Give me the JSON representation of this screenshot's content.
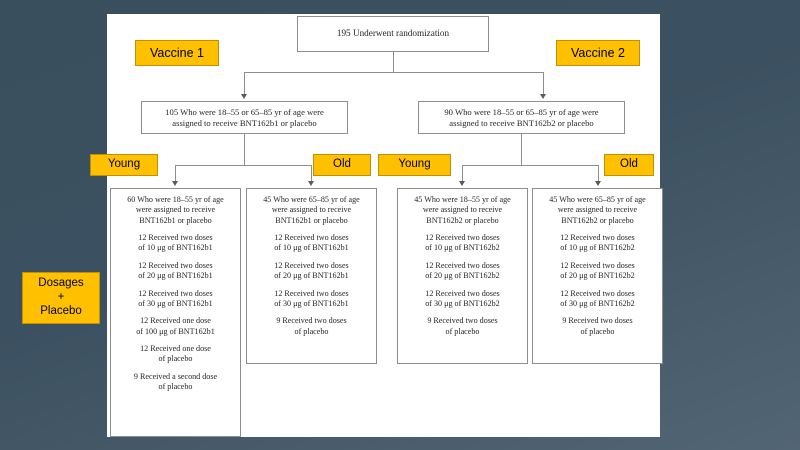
{
  "slide": {
    "background_color": "#3a4f5e",
    "canvas_color": "#ffffff",
    "accent_color": "#ffc000",
    "accent_border_color": "#bf9000",
    "connector_color": "#8d8d8d"
  },
  "flow": {
    "top": {
      "text": "195 Underwent randomization"
    },
    "mid": [
      {
        "lines": [
          "105 Who were 18–55 or 65–85 yr of age were",
          "assigned to receive BNT162b1 or placebo"
        ]
      },
      {
        "lines": [
          "90 Who were 18–55 or 65–85 yr of age were",
          "assigned to receive BNT162b2 or placebo"
        ]
      }
    ],
    "columns": [
      {
        "head": [
          "60 Who were 18–55 yr of age",
          "were assigned to receive",
          "BNT162b1 or placebo"
        ],
        "items": [
          {
            "lines": [
              "12 Received two doses",
              "of 10 μg of BNT162b1"
            ]
          },
          {
            "lines": [
              "12 Received two doses",
              "of 20 μg of BNT162b1"
            ]
          },
          {
            "lines": [
              "12 Received two doses",
              "of 30 μg of BNT162b1"
            ]
          },
          {
            "lines": [
              "12 Received one dose",
              "of 100 μg of BNT162b1"
            ]
          },
          {
            "lines": [
              "12 Received one dose",
              "of placebo"
            ]
          },
          {
            "lines": [
              "9 Received a second dose",
              "of placebo"
            ]
          }
        ]
      },
      {
        "head": [
          "45 Who were 65–85 yr of age",
          "were assigned to receive",
          "BNT162b1 or placebo"
        ],
        "items": [
          {
            "lines": [
              "12 Received two doses",
              "of 10 μg of BNT162b1"
            ]
          },
          {
            "lines": [
              "12 Received two doses",
              "of 20 μg of BNT162b1"
            ]
          },
          {
            "lines": [
              "12 Received two doses",
              "of 30 μg of BNT162b1"
            ]
          },
          {
            "lines": [
              "9 Received two doses",
              "of placebo"
            ]
          }
        ]
      },
      {
        "head": [
          "45 Who were 18–55 yr of age",
          "were assigned to receive",
          "BNT162b2 or placebo"
        ],
        "items": [
          {
            "lines": [
              "12 Received two doses",
              "of 10 μg of BNT162b2"
            ]
          },
          {
            "lines": [
              "12 Received two doses",
              "of 20 μg of BNT162b2"
            ]
          },
          {
            "lines": [
              "12 Received two doses",
              "of 30 μg of BNT162b2"
            ]
          },
          {
            "lines": [
              "9 Received two doses",
              "of placebo"
            ]
          }
        ]
      },
      {
        "head": [
          "45 Who were 65–85 yr of age",
          "were assigned to receive",
          "BNT162b2 or placebo"
        ],
        "items": [
          {
            "lines": [
              "12 Received two doses",
              "of 10 μg of BNT162b2"
            ]
          },
          {
            "lines": [
              "12 Received two doses",
              "of 20 μg of BNT162b2"
            ]
          },
          {
            "lines": [
              "12 Received two doses",
              "of 30 μg of BNT162b2"
            ]
          },
          {
            "lines": [
              "9 Received two doses",
              "of placebo"
            ]
          }
        ]
      }
    ]
  },
  "annotations": {
    "vaccine_1": "Vaccine 1",
    "vaccine_2": "Vaccine 2",
    "young_1": "Young",
    "old_1": "Old",
    "young_2": "Young",
    "old_2": "Old",
    "dosages": [
      "Dosages",
      "+",
      "Placebo"
    ]
  }
}
